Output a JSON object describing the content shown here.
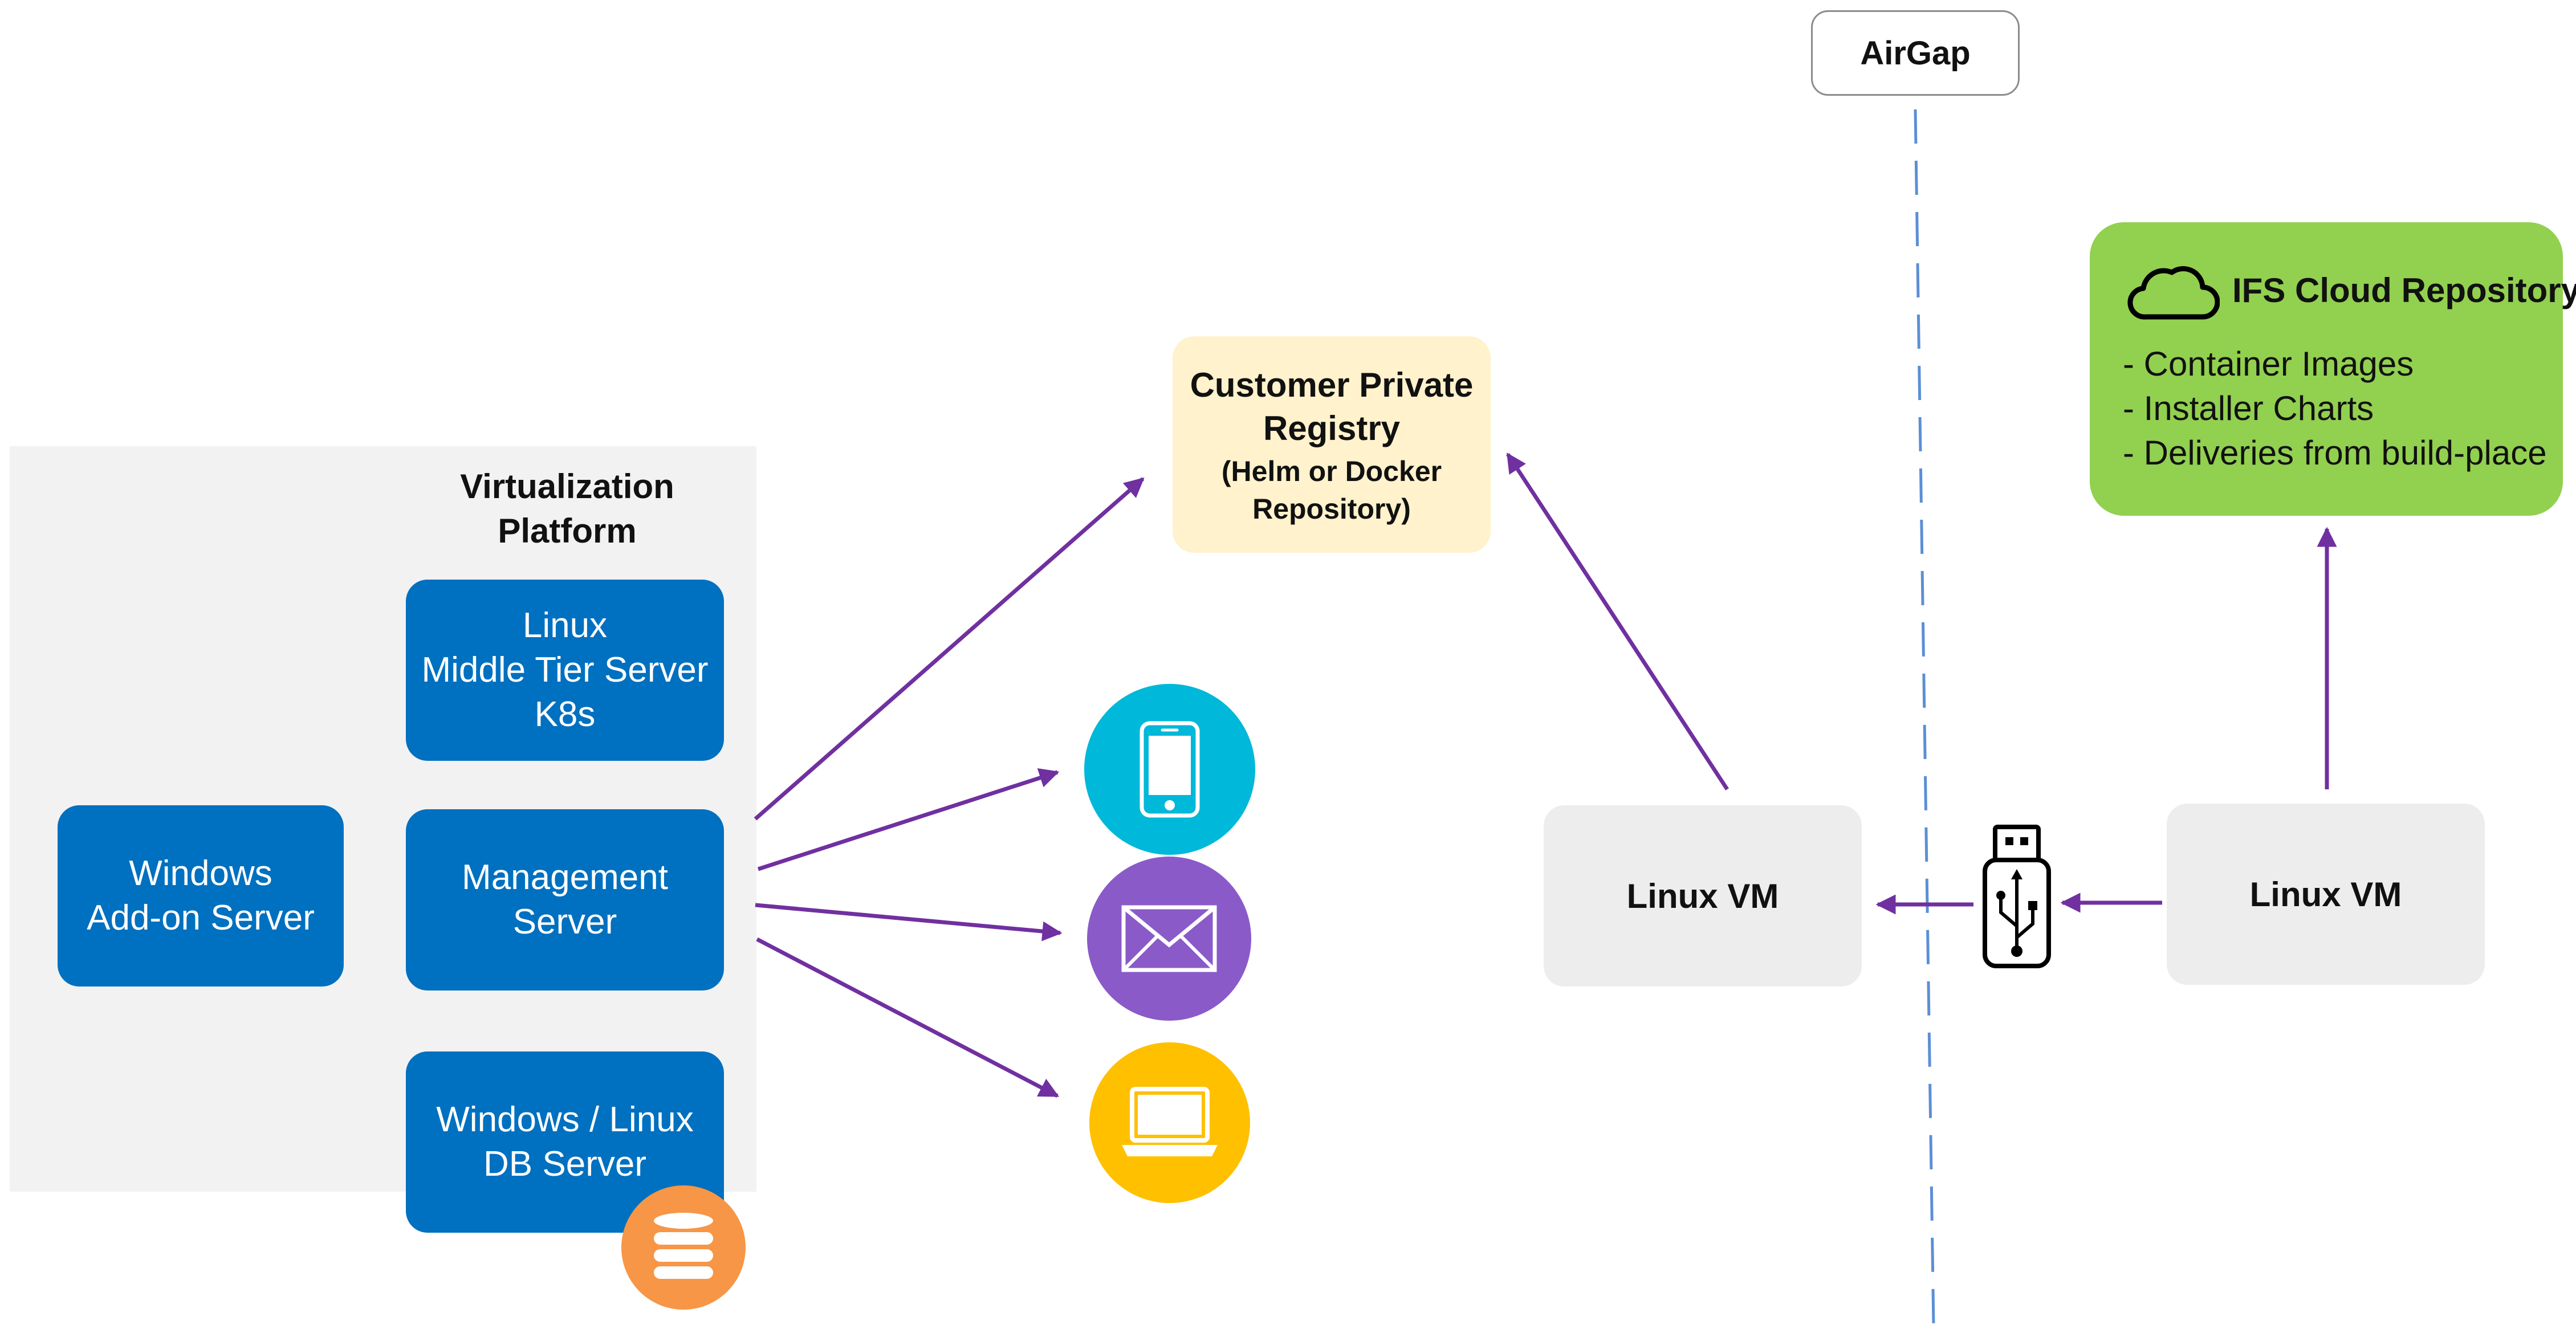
{
  "platform": {
    "title": "Virtualization\nPlatform"
  },
  "nodes": {
    "windows_addon": "Windows\nAdd-on Server",
    "middle_tier": "Linux\nMiddle Tier Server\nK8s",
    "management": "Management\nServer",
    "db_server": "Windows / Linux\nDB Server"
  },
  "registry": {
    "title": "Customer Private\nRegistry",
    "subtitle": "(Helm or Docker\nRepository)"
  },
  "airgap": {
    "label": "AirGap"
  },
  "linux_vm_left": {
    "label": "Linux VM"
  },
  "linux_vm_right": {
    "label": "Linux VM"
  },
  "ifs_repo": {
    "title": "IFS Cloud Repository",
    "items": [
      "- Container Images",
      "- Installer Charts",
      "- Deliveries from build-place"
    ]
  },
  "icons": {
    "phone": "mobile-phone-icon",
    "mail": "envelope-icon",
    "laptop": "laptop-icon",
    "database": "database-icon",
    "usb": "usb-drive-icon",
    "cloud": "cloud-icon"
  },
  "colors": {
    "node_blue": "#0070c0",
    "arrow_purple": "#7030a0",
    "registry_yellow": "#fff2cc",
    "ifs_green": "#92d050",
    "phone_cyan": "#00b8d9",
    "mail_purple": "#8a5ac9",
    "laptop_yellow": "#ffc000",
    "db_orange": "#f79646",
    "airgap_line": "#5b8fd6"
  }
}
